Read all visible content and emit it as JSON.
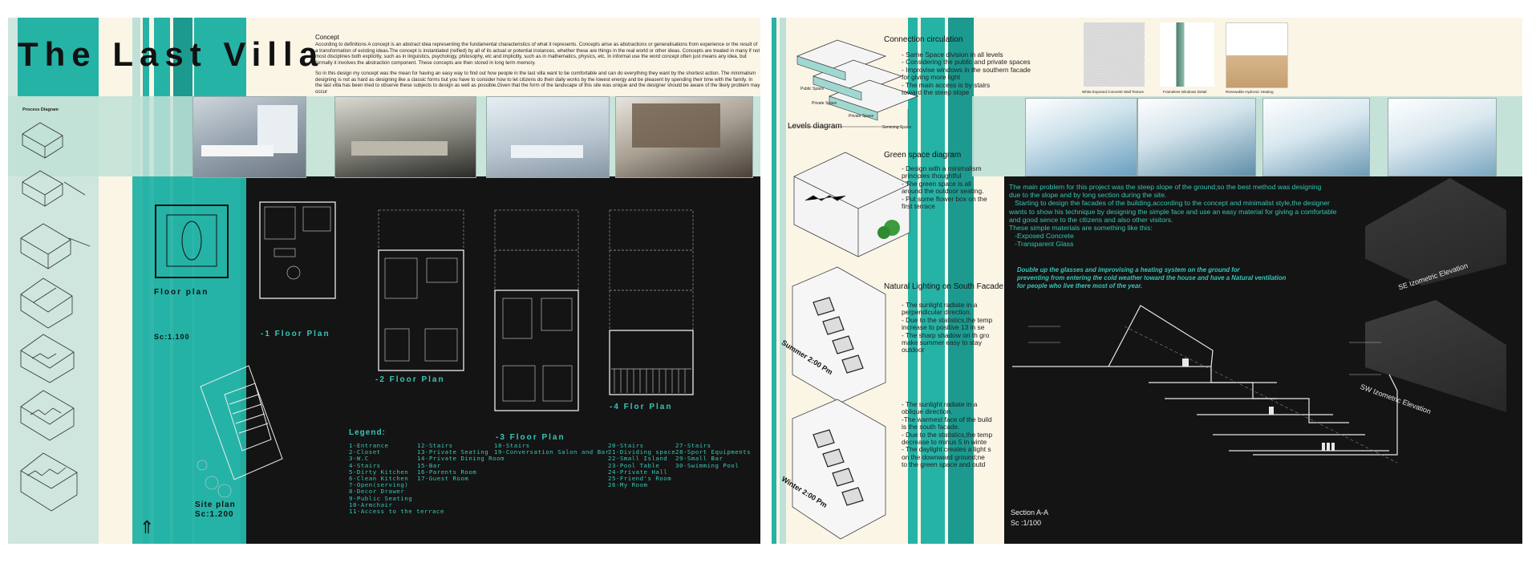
{
  "left_sheet": {
    "title": "The Last Villa",
    "process_label": "Process Diagram",
    "concept": {
      "heading": "Concept",
      "paragraph1": "According to definitions A concept is an abstract idea representing the fundamental characteristics of what it represents. Concepts arise as abstractions or generalisations from experience or the result of a transformation of existing ideas.The concept is instantiated (reified) by all of its actual or potential instances, whether these are things in the real world or other ideas. Concepts are treated in many if not most disciplines both explicitly, such as in linguistics, psychology, philosophy, etc and implicitly, such as in mathematics, physics, etc. In informal use the word concept often just means any idea, but formally it involves the abstraction component. These concepts are then stored in long term memory.",
      "paragraph2": "So in this design my concept was the mean for having an easy way to find out how people in the last villa want to be comfortable and can do everything they want by the shortest action. The minimalism designing is not as hard as designing like a classic forms but you have to consider how to let citizens do their daily works by the lowest energy and be pleasent by spending their time with the family. In the last villa has been tried to observe these subjects to design as well as possible.Given that the form of the landscape of this site was unique and the designer should be aware of the likely problem may occur"
    },
    "floor_plan_label": "Floor plan",
    "floor_plan_scale": "Sc:1.100",
    "site_plan_label": "Site plan",
    "site_plan_scale": "Sc:1.200",
    "plans": [
      "-1 Floor Plan",
      "-2 Floor Plan",
      "-3 Floor Plan",
      "-4 Flor Plan"
    ],
    "legend_title": "Legend:",
    "legend_cols": [
      [
        "1-Entrance",
        "2-Closet",
        "3-W.C",
        "4-Stairs",
        "5-Dirty Kitchen",
        "6-Clean Kitchen",
        "7-Open(serving)",
        "8-Decor Drawer",
        "9-Public Seating",
        "10-Armchair",
        "11-Access to the terrace"
      ],
      [
        "12-Stairs",
        "13-Private Seating",
        "14-Private Dining Room",
        "15-Bar",
        "16-Parents Room",
        "17-Guest Room"
      ],
      [
        "18-Stairs",
        "19-Conversation Salon and Bar"
      ],
      [
        "20-Stairs",
        "21-Dividing space",
        "22-Small Island",
        "23-Pool Table",
        "24-Private Hall",
        "25-Friend's Room",
        "26-My Room"
      ],
      [
        "27-Stairs",
        "28-Sport Equipments",
        "29-Small Bar",
        "30-Swimming Pool"
      ]
    ]
  },
  "right_sheet": {
    "connection": {
      "heading": "Connection circulation",
      "bullets": [
        "- Same Space division in all levels",
        "- Considering the public and private spaces",
        "- Improvise windows in the southern facade",
        "   for giving more light",
        "- The main access is by stairs",
        "   toward the steep slope"
      ]
    },
    "levels_diagram_label": "Levels diagram",
    "levels_labels": [
      "Public Space",
      "Private Space",
      "Private Space",
      "Servicing Space"
    ],
    "material_captions": [
      "White Exposed Concrete Wall Texture",
      "Frameless Windows Detail",
      "Renewable Hydronic Heating"
    ],
    "green": {
      "heading": "Green space diagram",
      "bullets": [
        "- Design with a minimalism",
        "   principles thoughtful",
        "- The green space is all",
        "   around the outdoor seating.",
        "- Put some flower box on the",
        "   first terrace"
      ]
    },
    "natural": {
      "heading": "Natural Lighting on South Facade",
      "bullets": [
        "- The sunlight radiate in a",
        "   perpendicular direction.",
        "- Due to the statistics,the temp",
        "   increase to positive 13 in se",
        "- The sharp shadow on th gro",
        "   make summer easy to stay",
        "   outdoor"
      ]
    },
    "winter_bullets": [
      "- The sunlight radiate in a",
      "   oblique direction.",
      "-The warmest face of the build",
      "   is the south facade.",
      "- Due to the statistics,the temp",
      "   decrease to minus 5 in winte",
      "- The daylight creates a light s",
      "   on the downward ground;ne",
      "   to the green space and outd"
    ],
    "summer_label": "Summer 2:00 Pm",
    "winter_label": "Winter 2:00 Pm",
    "main_text": [
      "The main problem for this project was the steep slope of the ground;so the best method was designing",
      "due to the slope and by long section during the site.",
      "   Starting to design the facades of the building,according to the concept and minimalist style,the designer",
      "wants to show his technique by designing the simple face and use an easy material for giving a comfortable",
      "and good sence to the citizens and also other visitors.",
      "These simple materials are something like this:",
      "   -Exposed Concrete",
      "   -Transparent Glass"
    ],
    "italic_text": [
      "Double up the glasses and improvising a heating system on the ground for",
      "preventing from entering the cold weather toward the house and have a Natural ventilation",
      "for people who live there most of the year."
    ],
    "se_label": "SE Izometric Elevation",
    "sw_label": "SW Izometric Elevation",
    "section_label": "Section A-A",
    "section_scale": "Sc :1/100"
  },
  "colors": {
    "teal": "#25b3a6",
    "dark": "#141414",
    "cream": "#fbf5e6",
    "text_cyan": "#36c6b8"
  }
}
